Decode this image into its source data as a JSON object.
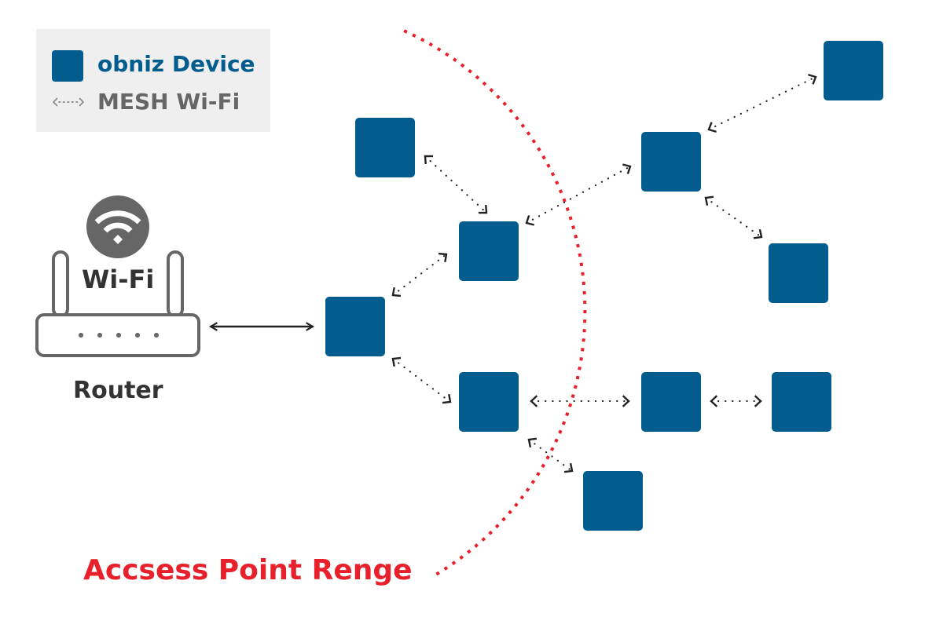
{
  "colors": {
    "device": "#025c8e",
    "range": "#e8202b",
    "router": "#666666",
    "arrow": "#222222",
    "legend_bg": "#efefef"
  },
  "legend": {
    "device_label": "obniz Device",
    "mesh_label": "MESH Wi-Fi",
    "device_icon": "square-icon",
    "mesh_icon": "dotted-double-arrow-icon"
  },
  "router": {
    "label": "Router",
    "wifi_label": "Wi-Fi",
    "icon": "router-icon",
    "wifi_icon": "wifi-icon",
    "led_count": 5
  },
  "range": {
    "label": "Accsess Point Renge"
  },
  "devices": [
    {
      "id": "A"
    },
    {
      "id": "B"
    },
    {
      "id": "C"
    },
    {
      "id": "D"
    },
    {
      "id": "E"
    },
    {
      "id": "F"
    },
    {
      "id": "G"
    },
    {
      "id": "H"
    },
    {
      "id": "I"
    },
    {
      "id": "J"
    }
  ],
  "links": [
    {
      "from": "router",
      "to": "A",
      "style": "solid"
    },
    {
      "from": "A",
      "to": "B",
      "style": "mesh"
    },
    {
      "from": "C",
      "to": "B",
      "style": "mesh"
    },
    {
      "from": "B",
      "to": "E",
      "style": "mesh"
    },
    {
      "from": "E",
      "to": "F",
      "style": "mesh"
    },
    {
      "from": "E",
      "to": "G",
      "style": "mesh"
    },
    {
      "from": "A",
      "to": "D",
      "style": "mesh"
    },
    {
      "from": "D",
      "to": "H",
      "style": "mesh"
    },
    {
      "from": "H",
      "to": "I",
      "style": "mesh"
    },
    {
      "from": "D",
      "to": "J",
      "style": "mesh"
    }
  ]
}
